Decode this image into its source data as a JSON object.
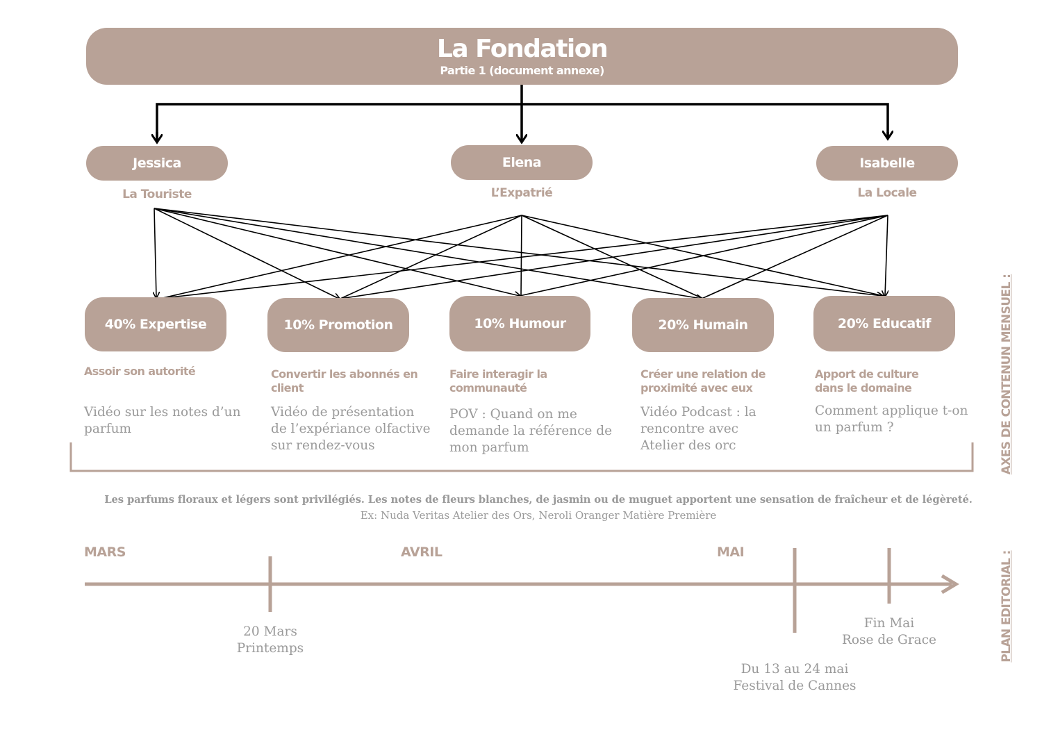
{
  "header": {
    "title": "La Fondation",
    "subtitle": "Partie 1 (document annexe)"
  },
  "personas": [
    {
      "name": "Jessica",
      "role": "La Touriste"
    },
    {
      "name": "Elena",
      "role": "L’Expatrié"
    },
    {
      "name": "Isabelle",
      "role": "La Locale"
    }
  ],
  "axes": [
    {
      "label": "40% Expertise",
      "goal": "Assoir son autorité",
      "example": "Vidéo sur les notes d’un\nparfum"
    },
    {
      "label": "10% Promotion",
      "goal": "Convertir les abonnés en client",
      "example": "Vidéo de présentation\nde l’expériance olfactive\nsur rendez-vous"
    },
    {
      "label": "10% Humour",
      "goal": "Faire interagir la communauté",
      "example": "POV : Quand on me\ndemande la référence de\nmon parfum"
    },
    {
      "label": "20% Humain",
      "goal": "Créer une relation de proximité avec eux",
      "example": "Vidéo Podcast : la\nrencontre avec\n Atelier des orc"
    },
    {
      "label": "20% Educatif",
      "goal": "Apport de culture dans le domaine",
      "example": "Comment applique t-on\nun parfum ?"
    }
  ],
  "note": {
    "line1": "Les parfums floraux et légers sont privilégiés. Les notes de fleurs blanches, de jasmin ou de muguet apportent une sensation de fraîcheur et de légèreté.",
    "line2": "Ex: Nuda Veritas Atelier des Ors, Neroli Oranger Matière Première"
  },
  "timeline": {
    "months": [
      "MARS",
      "AVRIL",
      "MAI"
    ],
    "events": [
      {
        "text": "20 Mars\nPrintemps"
      },
      {
        "text": "Du 13 au 24 mai\nFestival de Cannes"
      },
      {
        "text": "Fin Mai\nRose de Grace"
      }
    ]
  },
  "side_labels": {
    "axes": "AXES DE CONTENUN MENSUEL :",
    "plan": "PLAN EDITORIAL :"
  },
  "colors": {
    "accent": "#b8a297",
    "text_gray": "#9a9a9a",
    "line": "#000000"
  }
}
